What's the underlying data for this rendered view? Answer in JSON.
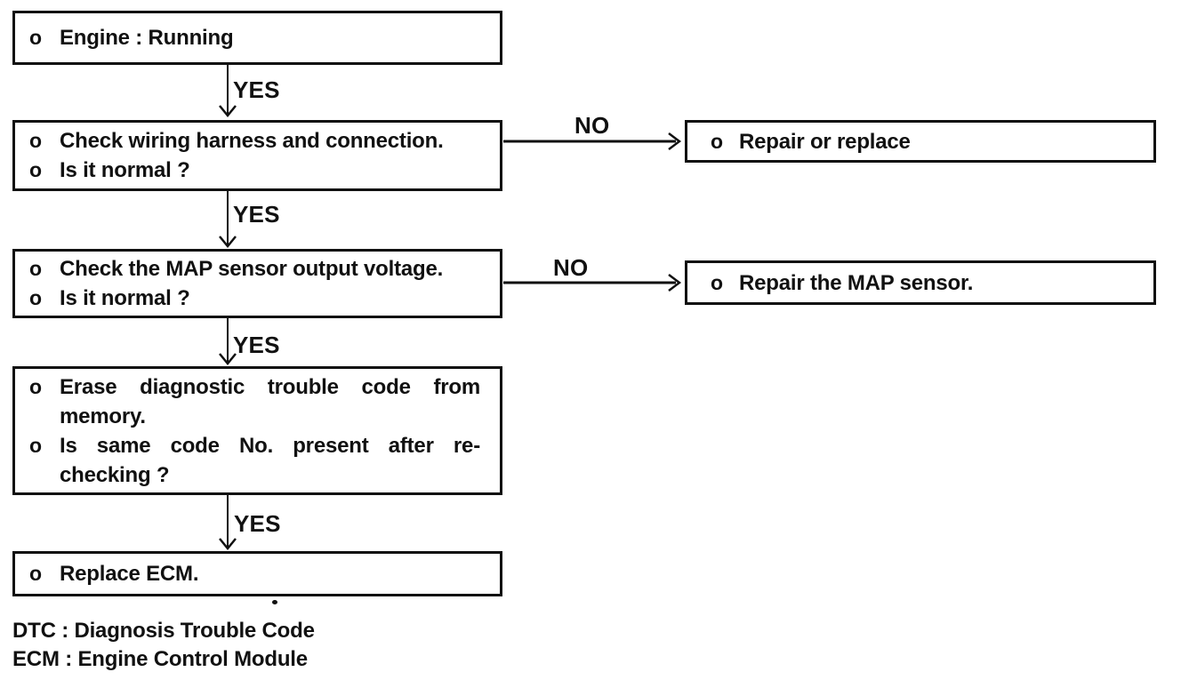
{
  "colors": {
    "ink": "#111111",
    "paper": "#ffffff"
  },
  "flowchart": {
    "bullet_glyph": "o",
    "labels": {
      "yes": "YES",
      "no": "NO"
    },
    "left_boxes": [
      {
        "id": "engine-running",
        "items": [
          {
            "lines": [
              "Engine : Running"
            ]
          }
        ]
      },
      {
        "id": "check-wiring-harness",
        "items": [
          {
            "lines": [
              "Check wiring harness and connection."
            ]
          },
          {
            "lines": [
              "Is it normal ?"
            ]
          }
        ]
      },
      {
        "id": "check-map-sensor-voltage",
        "items": [
          {
            "lines": [
              "Check the MAP sensor output voltage."
            ]
          },
          {
            "lines": [
              "Is it normal ?"
            ]
          }
        ]
      },
      {
        "id": "erase-dtc-memory",
        "items": [
          {
            "lines": [
              "Erase diagnostic trouble code from",
              "memory."
            ]
          },
          {
            "lines": [
              "Is same code No. present after re-",
              "checking ?"
            ]
          }
        ]
      },
      {
        "id": "replace-ecm",
        "items": [
          {
            "lines": [
              "Replace ECM."
            ]
          }
        ]
      }
    ],
    "right_boxes": [
      {
        "id": "repair-or-replace",
        "items": [
          {
            "lines": [
              "Repair or replace"
            ]
          }
        ]
      },
      {
        "id": "repair-map-sensor",
        "items": [
          {
            "lines": [
              "Repair the MAP sensor."
            ]
          }
        ]
      }
    ],
    "legend": [
      "DTC : Diagnosis Trouble Code",
      "ECM : Engine Control Module"
    ]
  }
}
